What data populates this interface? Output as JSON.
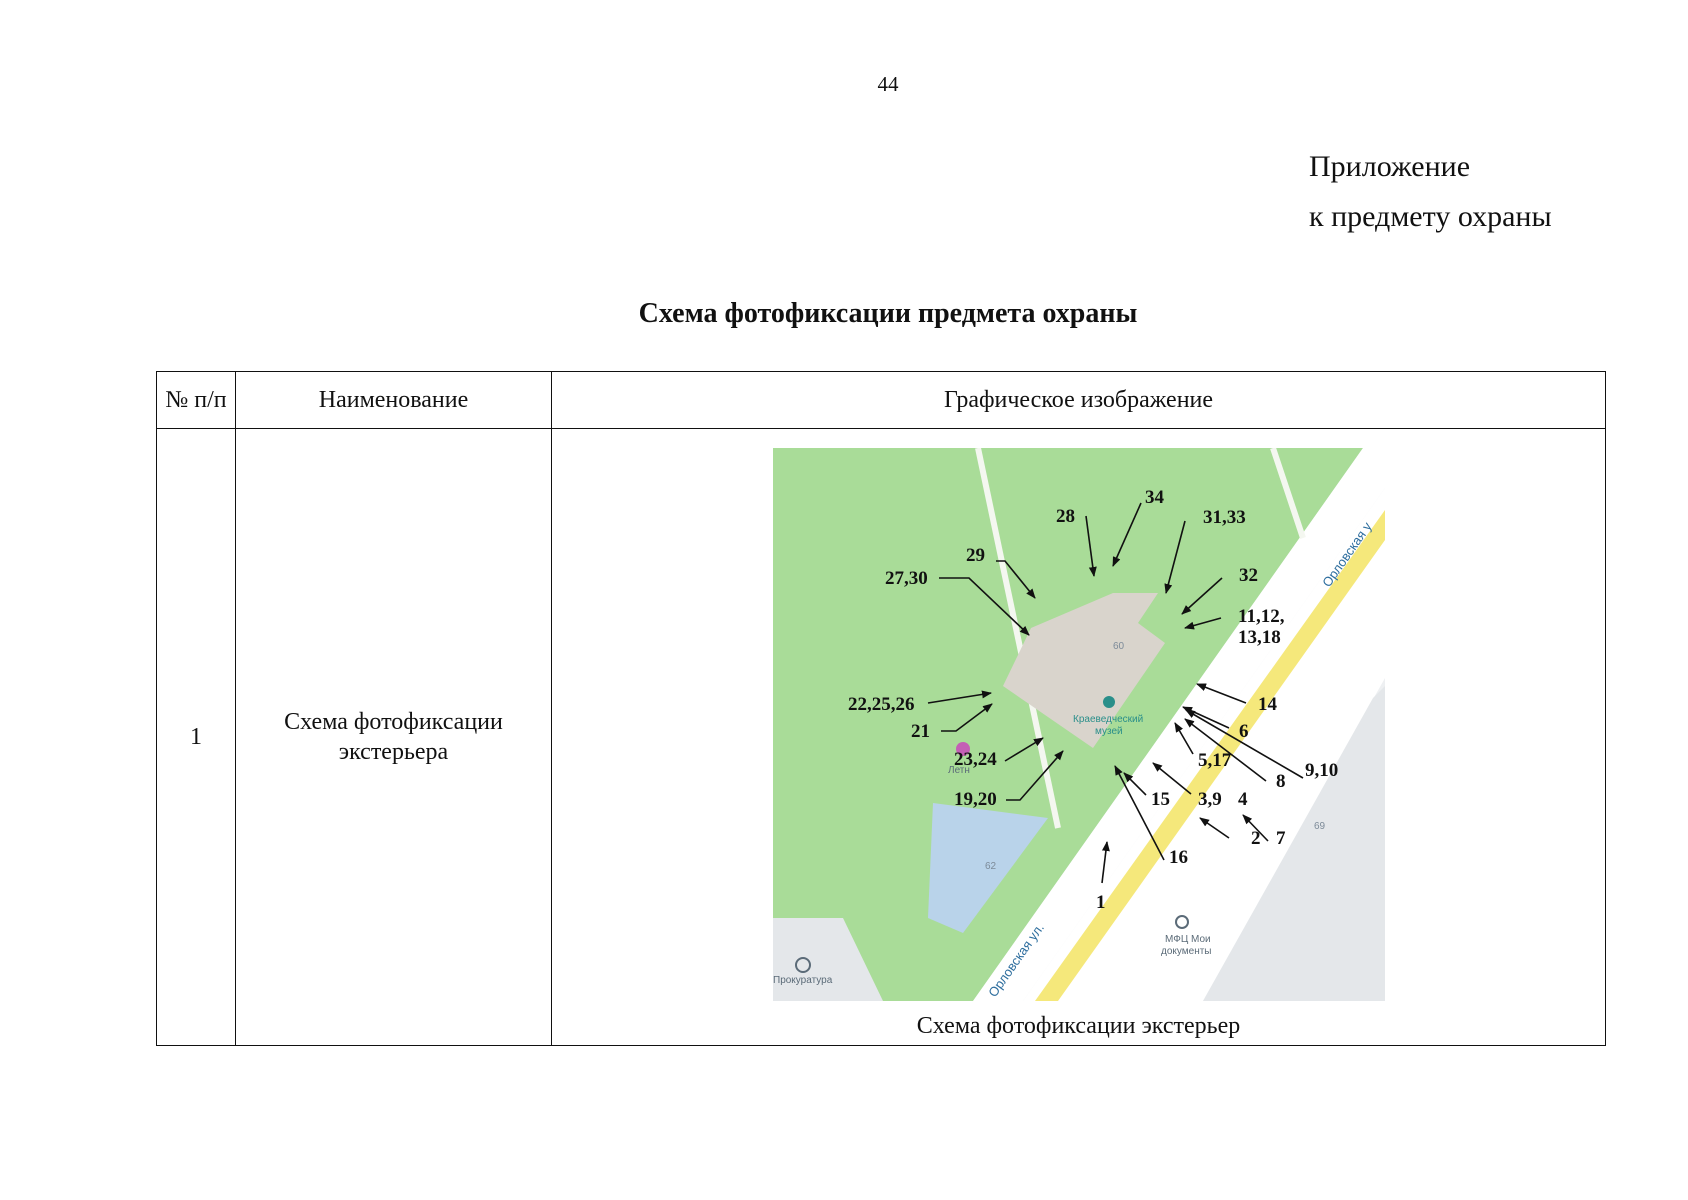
{
  "page_number": "44",
  "appendix": {
    "line1": "Приложение",
    "line2": "к предмету охраны"
  },
  "title": "Схема фотофиксации предмета охраны",
  "table": {
    "headers": {
      "num": "№ п/п",
      "name": "Наименование",
      "image": "Графическое изображение"
    },
    "rows": [
      {
        "num": "1",
        "name": "Схема фотофиксации экстерьера",
        "caption": "Схема фотофиксации экстерьер"
      }
    ]
  },
  "map": {
    "building_numbers": [
      "60",
      "62",
      "69"
    ],
    "poi": {
      "museum_line1": "Краеведческий",
      "museum_line2": "музей",
      "mfc_line1": "МФЦ Мои",
      "mfc_line2": "документы",
      "prosecutor": "Прокуратура",
      "summer": "Летн"
    },
    "streets": [
      "Орловская ул.",
      "Орловская у"
    ],
    "labels": [
      "34",
      "28",
      "31,33",
      "29",
      "27,30",
      "32",
      "11,12,",
      "13,18",
      "14",
      "22,25,26",
      "21",
      "6",
      "23,24",
      "5,17",
      "9,10",
      "8",
      "19,20",
      "15",
      "3,9",
      "4",
      "2",
      "7",
      "16",
      "1"
    ]
  },
  "colors": {
    "park": "#a9dc98",
    "road": "#ffffff",
    "highlight": "#f5e87b",
    "building": "#d9d4cc",
    "water": "#b9d3ea",
    "gray_block": "#e6e8eb"
  }
}
